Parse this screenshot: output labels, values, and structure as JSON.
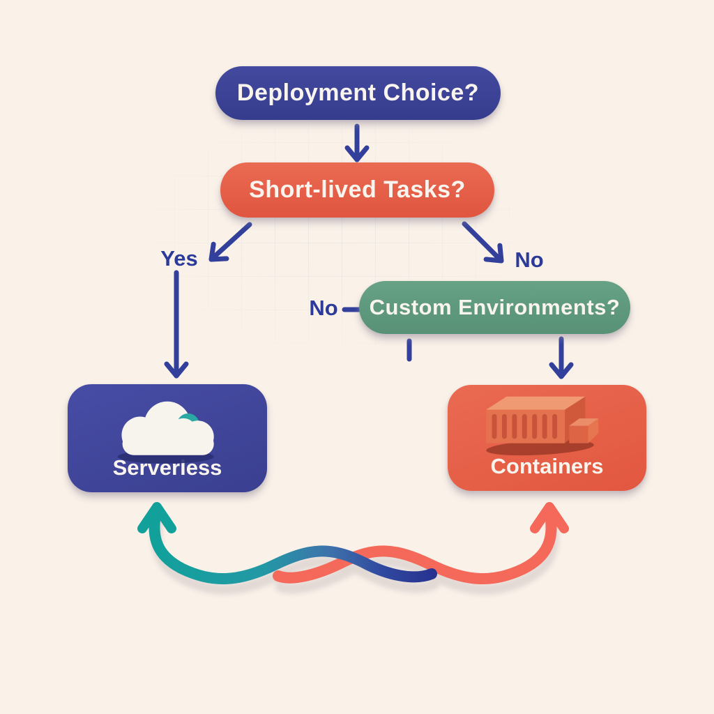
{
  "diagram": {
    "type": "flowchart",
    "nodes": {
      "root": {
        "label": "Deployment Choice?",
        "shape": "pill",
        "color": "#3b4296"
      },
      "q1": {
        "label": "Short-lived Tasks?",
        "shape": "pill",
        "color": "#e7604a"
      },
      "q2": {
        "label": "Custom Environments?",
        "shape": "pill",
        "color": "#609b7f"
      },
      "serverless": {
        "label": "Serverless",
        "shape": "card",
        "color": "#3b4296",
        "icon": "cloud-icon"
      },
      "containers": {
        "label": "Containers",
        "shape": "card",
        "color": "#e7604a",
        "icon": "container-icon"
      }
    },
    "edges": {
      "root_to_q1": {
        "from": "root",
        "to": "q1"
      },
      "q1_yes": {
        "label": "Yes",
        "from": "q1",
        "to": "serverless"
      },
      "q1_no": {
        "label": "No",
        "from": "q1",
        "to": "q2"
      },
      "q2_no": {
        "label": "No",
        "from": "q2"
      },
      "q2_to_containers": {
        "from": "q2",
        "to": "containers"
      },
      "swoosh_to_serverless": {
        "color_start": "#12a09b",
        "color_end": "#283390",
        "to": "serverless"
      },
      "swoosh_to_containers": {
        "color": "#f4695a",
        "to": "containers"
      }
    },
    "colors": {
      "background": "#faf2e9",
      "indigo": "#3b4296",
      "coral": "#e7604a",
      "green": "#609b7f",
      "teal": "#12a09b",
      "red_arrow": "#f4695a",
      "arrow_indigo": "#32409b",
      "text_light": "#f9f4ed",
      "label_indigo": "#2c3b99"
    }
  }
}
